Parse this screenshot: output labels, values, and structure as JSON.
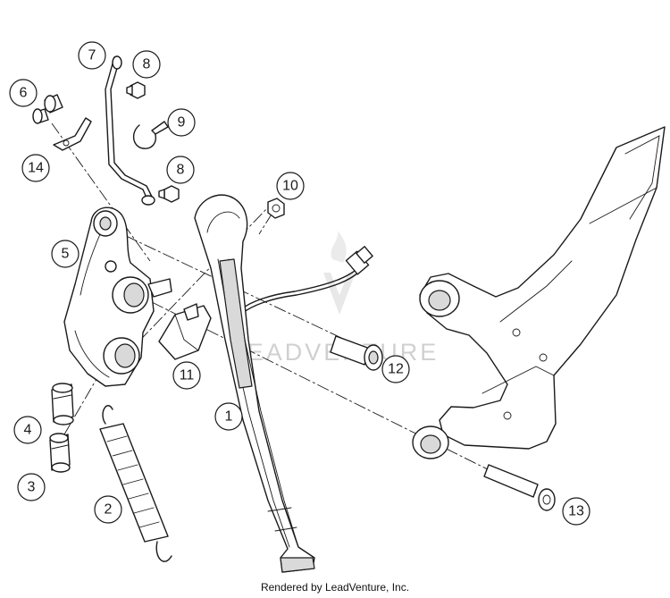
{
  "diagram": {
    "callouts": [
      {
        "label": "1"
      },
      {
        "label": "2"
      },
      {
        "label": "3"
      },
      {
        "label": "4"
      },
      {
        "label": "5"
      },
      {
        "label": "6"
      },
      {
        "label": "7"
      },
      {
        "label": "8"
      },
      {
        "label": "8"
      },
      {
        "label": "9"
      },
      {
        "label": "10"
      },
      {
        "label": "11"
      },
      {
        "label": "12"
      },
      {
        "label": "13"
      },
      {
        "label": "14"
      }
    ]
  },
  "watermark": {
    "text": "LEADVENTURE"
  },
  "footer": {
    "credit": "Rendered by LeadVenture, Inc."
  }
}
